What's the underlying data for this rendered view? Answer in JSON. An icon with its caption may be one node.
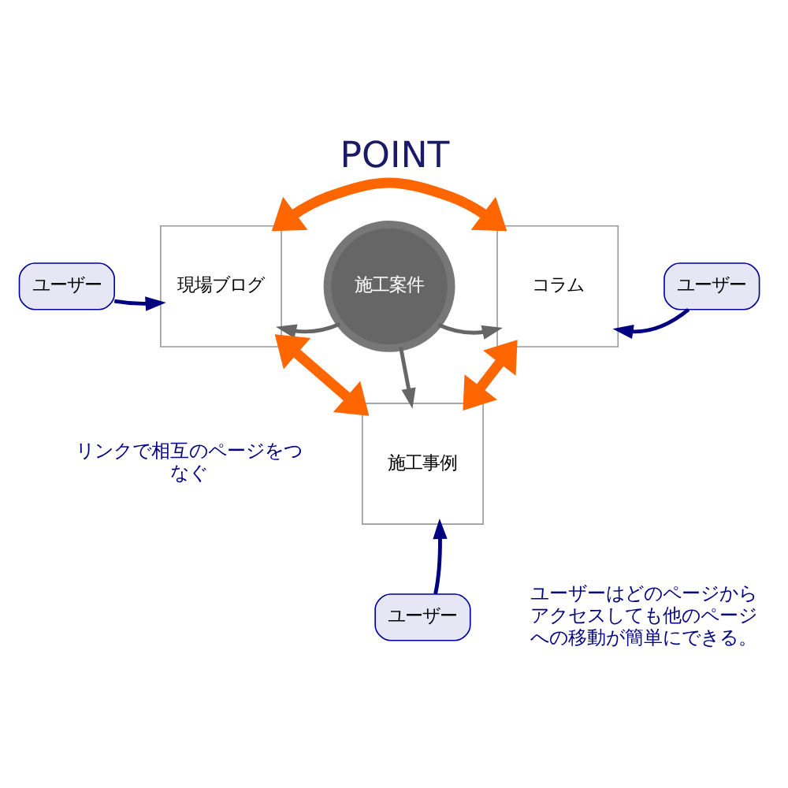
{
  "diagram": {
    "title": "POINT",
    "nodes": [
      {
        "text": [
          "現場ブログ"
        ]
      },
      {
        "text": [
          "コラム"
        ]
      },
      {
        "text": [
          "施工案件"
        ]
      },
      {
        "text": [
          "施工事例"
        ]
      },
      {
        "text": [
          "ユーザー"
        ]
      },
      {
        "text": [
          "ユーザー"
        ]
      },
      {
        "text": [
          "ユーザー"
        ]
      }
    ],
    "edges": [
      {
        "from": 0,
        "to": 1,
        "arrow": "both",
        "style": "thick",
        "color": "#ff6600"
      },
      {
        "from": 2,
        "to": 0,
        "arrow": "to",
        "color": "#666666"
      },
      {
        "from": 2,
        "to": 1,
        "arrow": "to",
        "color": "#666666"
      },
      {
        "from": 2,
        "to": 3,
        "arrow": "to",
        "color": "#666666"
      },
      {
        "from": 3,
        "to": 0,
        "arrow": "both",
        "style": "thick",
        "color": "#ff6600"
      },
      {
        "from": 3,
        "to": 1,
        "arrow": "both",
        "style": "thick",
        "color": "#ff6600"
      },
      {
        "from": 4,
        "to": 0,
        "arrow": "to",
        "color": "#000080"
      },
      {
        "from": 5,
        "to": 1,
        "arrow": "to",
        "color": "#000080"
      },
      {
        "from": 6,
        "to": 3,
        "arrow": "to",
        "color": "#000080"
      }
    ],
    "labels": [
      "リンクで相互のページをつなぐ",
      "ユーザーはどのページからアクセスしても他のページへの移動が簡単にできる。"
    ]
  }
}
